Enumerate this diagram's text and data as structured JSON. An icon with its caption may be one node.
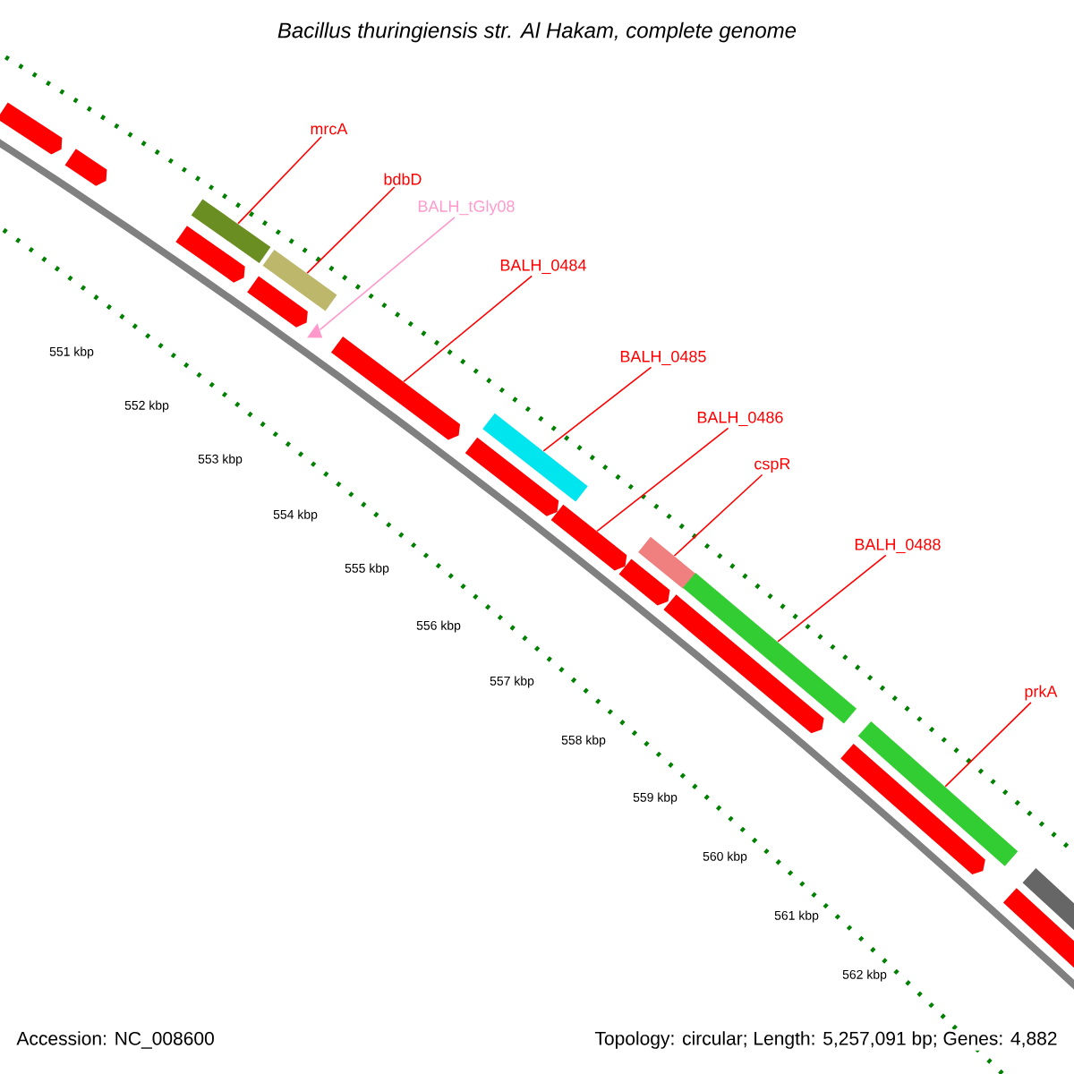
{
  "diagram": {
    "title": "Bacillus thuringiensis str. Al Hakam, complete genome",
    "nodes": [
      {
        "text": [
          "mrcA"
        ]
      },
      {
        "text": [],
        "shape": "bar"
      },
      {
        "text": [
          "bdbD"
        ]
      },
      {
        "text": [],
        "shape": "bar"
      },
      {
        "text": [
          "BALH_tGly08"
        ]
      },
      {
        "text": [],
        "shape": "triangle"
      },
      {
        "text": [
          "BALH_0484"
        ]
      },
      {
        "text": [],
        "shape": "arrow"
      },
      {
        "text": [
          "BALH_0485"
        ]
      },
      {
        "text": [],
        "shape": "bar"
      },
      {
        "text": [
          "BALH_0486"
        ]
      },
      {
        "text": [],
        "shape": "arrow"
      },
      {
        "text": [
          "cspR"
        ]
      },
      {
        "text": [],
        "shape": "bar"
      },
      {
        "text": [
          "BALH_0488"
        ]
      },
      {
        "text": [],
        "shape": "bar"
      },
      {
        "text": [
          "prkA"
        ]
      },
      {
        "text": [],
        "shape": "bar"
      },
      {
        "text": [],
        "shape": "arrow"
      },
      {
        "text": [],
        "shape": "arrow"
      },
      {
        "text": [],
        "shape": "arrow"
      },
      {
        "text": [],
        "shape": "arrow"
      },
      {
        "text": [],
        "shape": "arrow"
      },
      {
        "text": [],
        "shape": "arrow"
      },
      {
        "text": [],
        "shape": "arrow"
      },
      {
        "text": [],
        "shape": "arrow"
      },
      {
        "text": [],
        "shape": "arrow"
      },
      {
        "text": [],
        "shape": "bar"
      }
    ],
    "edges": [
      {
        "from": 0,
        "to": 1,
        "arrow": "none"
      },
      {
        "from": 2,
        "to": 3,
        "arrow": "none"
      },
      {
        "from": 4,
        "to": 5,
        "arrow": "none",
        "color": "#ff99cc"
      },
      {
        "from": 6,
        "to": 7,
        "arrow": "none"
      },
      {
        "from": 8,
        "to": 9,
        "arrow": "none"
      },
      {
        "from": 10,
        "to": 11,
        "arrow": "none"
      },
      {
        "from": 12,
        "to": 13,
        "arrow": "none"
      },
      {
        "from": 14,
        "to": 15,
        "arrow": "none"
      },
      {
        "from": 16,
        "to": 17,
        "arrow": "none"
      }
    ],
    "labels": [
      "551 kbp",
      "552 kbp",
      "553 kbp",
      "554 kbp",
      "555 kbp",
      "556 kbp",
      "557 kbp",
      "558 kbp",
      "559 kbp",
      "560 kbp",
      "561 kbp",
      "562 kbp",
      "Accession: NC_008600",
      "Topology: circular; Length: 5,257,091 bp; Genes: 4,882"
    ]
  }
}
